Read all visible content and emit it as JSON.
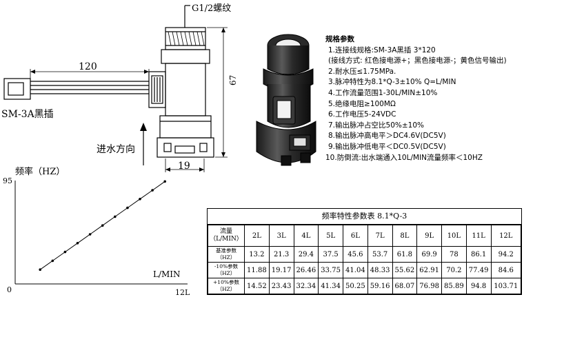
{
  "drawing": {
    "thread_label": "G1/2螺纹",
    "dim_length": "120",
    "dim_height": "67",
    "dim_width": "19",
    "connector_label": "SM-3A黑插",
    "flow_direction_label": "进水方向"
  },
  "specs": {
    "title": "规格参数",
    "lines": [
      "1.连接线规格:SM-3A黑插 3*120",
      "(接线方式: 红色接电源+；黑色接电源-；黄色信号输出)",
      "2.耐水压≤1.75MPa.",
      "3.脉冲特性为8.1*Q-3±10% Q=L/MIN",
      "4.工作流量范围1-30L/MIN±10%",
      "5.绝缘电阻≥100MΩ",
      "6.工作电压5-24VDC",
      "7.输出脉冲占空比50%±10%",
      "8.输出脉冲高电平＞DC4.6V(DC5V)",
      "9.输出脉冲低电平＜DC0.5V(DC5V)",
      "10.防倒流:出水端通入10L/MIN流量频率＜10HZ"
    ]
  },
  "chart_data": {
    "type": "line",
    "title": "",
    "ylabel": "频率（HZ）",
    "xlabel": "L/MIN",
    "x_tick_labels": [
      "0",
      "12L"
    ],
    "y_tick_labels": [
      "95"
    ],
    "xlim": [
      0,
      12
    ],
    "ylim": [
      0,
      95
    ],
    "x": [
      2,
      3,
      4,
      5,
      6,
      7,
      8,
      9,
      10,
      11,
      12
    ],
    "y": [
      13.2,
      21.3,
      29.4,
      37.5,
      45.6,
      53.7,
      61.8,
      69.9,
      78,
      86.1,
      94.2
    ]
  },
  "table": {
    "title": "频率特性参数表 8.1*Q-3",
    "header_label_lines": [
      "流量",
      "（L/MIN）"
    ],
    "columns": [
      "2L",
      "3L",
      "4L",
      "5L",
      "6L",
      "7L",
      "8L",
      "9L",
      "10L",
      "11L",
      "12L"
    ],
    "rows": [
      {
        "label_lines": [
          "基准参数",
          "（HZ）"
        ],
        "values": [
          "13.2",
          "21.3",
          "29.4",
          "37.5",
          "45.6",
          "53.7",
          "61.8",
          "69.9",
          "78",
          "86.1",
          "94.2"
        ]
      },
      {
        "label_lines": [
          "-10%参数",
          "（HZ）"
        ],
        "values": [
          "11.88",
          "19.17",
          "26.46",
          "33.75",
          "41.04",
          "48.33",
          "55.62",
          "62.91",
          "70.2",
          "77.49",
          "84.6"
        ]
      },
      {
        "label_lines": [
          "+10%参数",
          "（HZ）"
        ],
        "values": [
          "14.52",
          "23.43",
          "32.34",
          "41.34",
          "50.25",
          "59.16",
          "68.07",
          "76.98",
          "85.89",
          "94.8",
          "103.71"
        ]
      }
    ]
  }
}
